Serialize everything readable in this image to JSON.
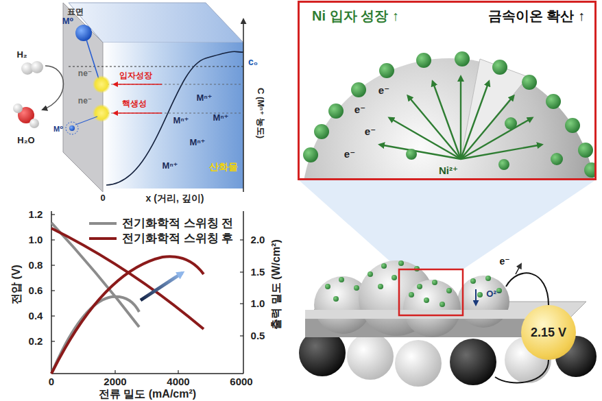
{
  "diagram": {
    "nodes": [
      {
        "text": [
          "Ni 입자 성장 ↑",
          "금속이온 확산 ↑"
        ]
      },
      {
        "text": [
          "2.15 V"
        ]
      }
    ],
    "labels": [
      "표면",
      "M⁰",
      "H₂",
      "ne⁻",
      "입자성장",
      "ne⁻",
      "핵생성",
      "H₂O",
      "M⁰",
      "Mⁿ⁺",
      "Mⁿ⁺",
      "Mⁿ⁺",
      "Mⁿ⁺",
      "Mⁿ⁺",
      "c₀",
      "C (Mⁿ⁺ 농도)",
      "산화물",
      "0",
      "x (거리, 깊이)",
      "1.2",
      "1.0",
      "0.8",
      "0.6",
      "0.4",
      "0.2",
      "0",
      "2000",
      "4000",
      "6000",
      "전압 (V)",
      "전류 밀도 (mA/cm²)",
      "2.0",
      "1.5",
      "1.0",
      "0.5",
      "출력 밀도 (W/cm²)",
      "e⁻",
      "e⁻",
      "e⁻",
      "e⁻",
      "Ni²⁺",
      "e⁻",
      "O²⁻"
    ],
    "legend": [
      {
        "text": "전기화학적 스위칭 전"
      },
      {
        "text": "전기화학적 스위칭 후"
      }
    ]
  }
}
